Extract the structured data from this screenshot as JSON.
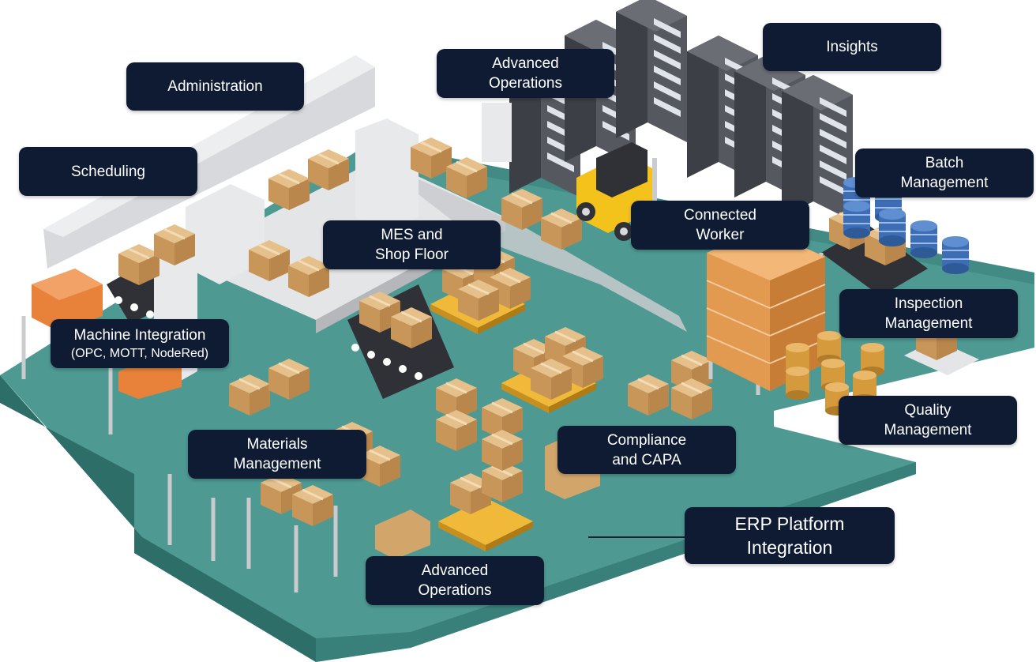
{
  "labels": {
    "administration": [
      "Administration"
    ],
    "scheduling": [
      "Scheduling"
    ],
    "advanced_operations_top": [
      "Advanced",
      "Operations"
    ],
    "insights": [
      "Insights"
    ],
    "batch_management": [
      "Batch",
      "Management"
    ],
    "connected_worker": [
      "Connected",
      "Worker"
    ],
    "mes_shop_floor": [
      "MES and",
      "Shop Floor"
    ],
    "inspection_management": [
      "Inspection",
      "Management"
    ],
    "machine_integration": [
      "Machine Integration",
      "(OPC, MOTT, NodeRed)"
    ],
    "quality_management": [
      "Quality",
      "Management"
    ],
    "materials_management": [
      "Materials",
      "Management"
    ],
    "compliance_capa": [
      "Compliance",
      "and CAPA"
    ],
    "erp_platform_integration": [
      "ERP Platform",
      "Integration"
    ],
    "advanced_operations_bottom": [
      "Advanced",
      "Operations"
    ]
  },
  "colors": {
    "label_bg": "#0e1b33",
    "label_text": "#ffffff",
    "floor_top": "#4e9a93",
    "floor_side": "#2e6e69",
    "wall": "#d7d9dc",
    "box": "#d2a66b",
    "pallet": "#f0b93a",
    "forklift": "#f3c21b",
    "barrel": "#3d6db5",
    "server": "#4a4d55",
    "crate_orange": "#e8823a"
  }
}
